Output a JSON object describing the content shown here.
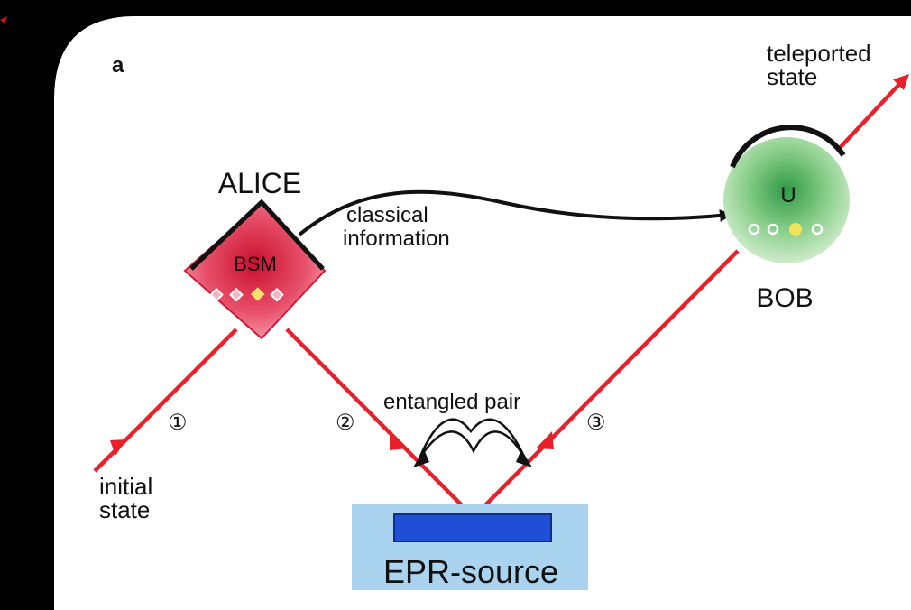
{
  "panel_label": "a",
  "nodes": {
    "alice": {
      "name": "ALICE",
      "inner_label": "BSM"
    },
    "bob": {
      "name": "BOB",
      "inner_label": "U"
    },
    "source": {
      "label": "EPR-source"
    }
  },
  "annotations": {
    "classical": {
      "line1": "classical",
      "line2": "information"
    },
    "entangled": "entangled pair",
    "initial": {
      "line1": "initial",
      "line2": "state"
    },
    "teleported": {
      "line1": "teleported",
      "line2": "state"
    }
  },
  "beam_markers": [
    "①",
    "②",
    "③"
  ],
  "colors": {
    "beam": "#e8202a",
    "alice_fill": "#e8506a",
    "bob_fill": "#8ccf8c",
    "source_box": "#a9d3ee",
    "source_crystal": "#1f4fd6",
    "background": "#ffffff",
    "frame": "#000000"
  }
}
